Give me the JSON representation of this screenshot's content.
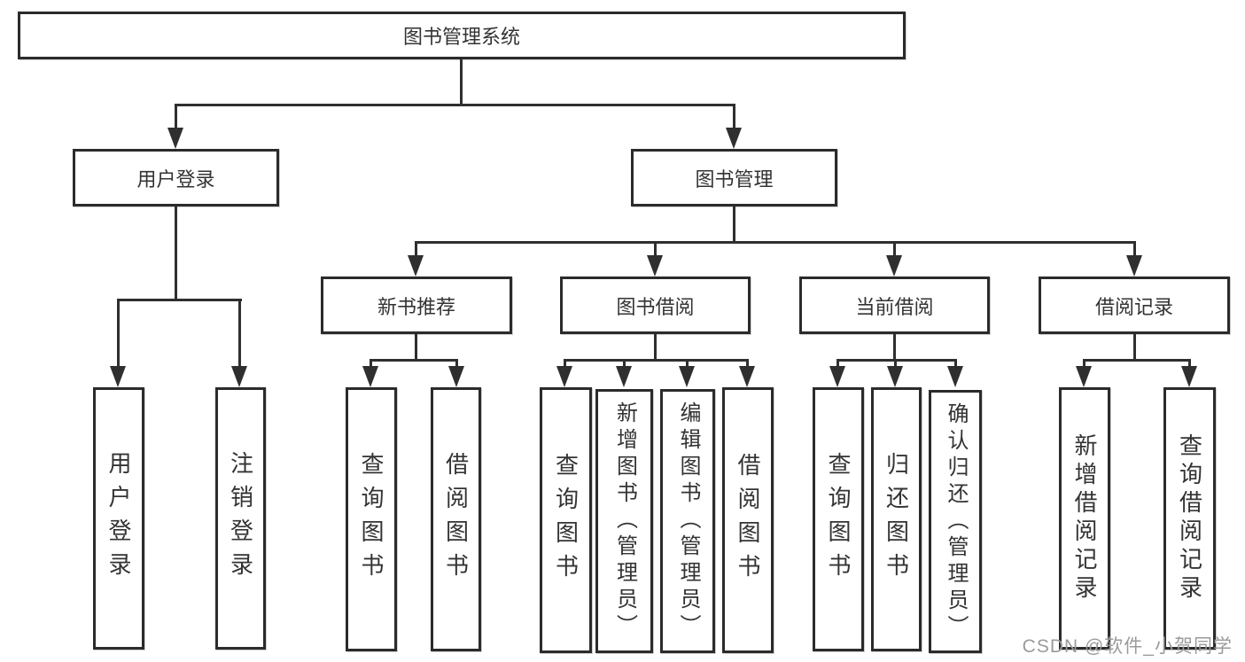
{
  "diagram_title": "图书管理系统",
  "nodes": {
    "root": "图书管理系统",
    "user_login": "用户登录",
    "book_mgmt": "图书管理",
    "new_book_rec": "新书推荐",
    "book_borrow": "图书借阅",
    "current_borrow": "当前借阅",
    "borrow_record": "借阅记录",
    "leaf_user_login": "用户登录",
    "leaf_logout": "注销登录",
    "leaf_rec_query": "查询图书",
    "leaf_rec_borrow": "借阅图书",
    "leaf_bb_query": "查询图书",
    "leaf_bb_add": "新增图书（管理员）",
    "leaf_bb_edit": "编辑图书（管理员）",
    "leaf_bb_borrow": "借阅图书",
    "leaf_cb_query": "查询图书",
    "leaf_cb_return": "归还图书",
    "leaf_cb_confirm": "确认归还（管理员）",
    "leaf_br_add": "新增借阅记录",
    "leaf_br_query": "查询借阅记录"
  },
  "watermark": "CSDN @软件_小贺同学",
  "colors": {
    "line": "#2f2f2f",
    "box_border": "#2b2b2b",
    "text": "#333333",
    "background": "#ffffff",
    "watermark": "#9b9b9b"
  }
}
